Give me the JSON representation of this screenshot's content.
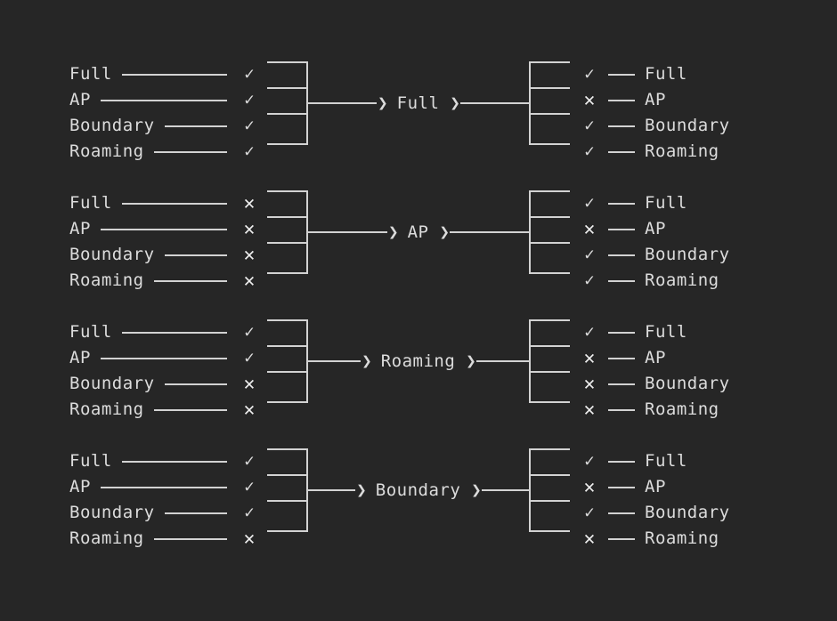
{
  "theme": {
    "background": "#262626",
    "foreground": "#dcdcdc",
    "line": "#d2d2d2",
    "mark_strong": "#f0f0f0"
  },
  "glyphs": {
    "check": "✓",
    "cross": "✕",
    "chevron": "❯"
  },
  "blocks": [
    {
      "center_label": "Full",
      "inputs": [
        {
          "label": "Full",
          "mark": "check"
        },
        {
          "label": "AP",
          "mark": "check"
        },
        {
          "label": "Boundary",
          "mark": "check"
        },
        {
          "label": "Roaming",
          "mark": "check"
        }
      ],
      "outputs": [
        {
          "label": "Full",
          "mark": "check"
        },
        {
          "label": "AP",
          "mark": "cross"
        },
        {
          "label": "Boundary",
          "mark": "check"
        },
        {
          "label": "Roaming",
          "mark": "check"
        }
      ]
    },
    {
      "center_label": "AP",
      "inputs": [
        {
          "label": "Full",
          "mark": "cross"
        },
        {
          "label": "AP",
          "mark": "cross"
        },
        {
          "label": "Boundary",
          "mark": "cross"
        },
        {
          "label": "Roaming",
          "mark": "cross"
        }
      ],
      "outputs": [
        {
          "label": "Full",
          "mark": "check"
        },
        {
          "label": "AP",
          "mark": "cross"
        },
        {
          "label": "Boundary",
          "mark": "check"
        },
        {
          "label": "Roaming",
          "mark": "check"
        }
      ]
    },
    {
      "center_label": "Roaming",
      "inputs": [
        {
          "label": "Full",
          "mark": "check"
        },
        {
          "label": "AP",
          "mark": "check"
        },
        {
          "label": "Boundary",
          "mark": "cross"
        },
        {
          "label": "Roaming",
          "mark": "cross"
        }
      ],
      "outputs": [
        {
          "label": "Full",
          "mark": "check"
        },
        {
          "label": "AP",
          "mark": "cross"
        },
        {
          "label": "Boundary",
          "mark": "cross"
        },
        {
          "label": "Roaming",
          "mark": "cross"
        }
      ]
    },
    {
      "center_label": "Boundary",
      "inputs": [
        {
          "label": "Full",
          "mark": "check"
        },
        {
          "label": "AP",
          "mark": "check"
        },
        {
          "label": "Boundary",
          "mark": "check"
        },
        {
          "label": "Roaming",
          "mark": "cross"
        }
      ],
      "outputs": [
        {
          "label": "Full",
          "mark": "check"
        },
        {
          "label": "AP",
          "mark": "cross"
        },
        {
          "label": "Boundary",
          "mark": "check"
        },
        {
          "label": "Roaming",
          "mark": "cross"
        }
      ]
    }
  ]
}
